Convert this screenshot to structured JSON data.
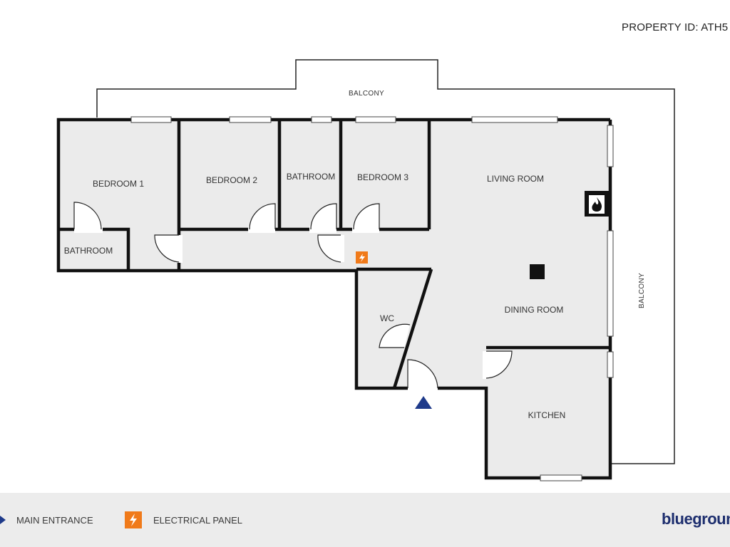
{
  "header": {
    "property_id": "PROPERTY ID: ATH5"
  },
  "rooms": {
    "bedroom_1": "BEDROOM  1",
    "bedroom_2": "BEDROOM  2",
    "bathroom_1": "BATHROOM",
    "bedroom_3": "BEDROOM  3",
    "living_room": "LIVING ROOM",
    "bathroom_2": "BATHROOM",
    "wc": "WC",
    "dining_room": "DINING ROOM",
    "kitchen": "KITCHEN",
    "balcony_top": "BALCONY",
    "balcony_right": "BALCONY"
  },
  "legend": {
    "main_entrance": "MAIN ENTRANCE",
    "electrical_panel": "ELECTRICAL PANEL"
  },
  "brand": {
    "name": "bluegroun"
  },
  "colors": {
    "wall": "#111111",
    "floor": "#ebebeb",
    "entrance_marker": "#1e3a8a",
    "electrical_panel": "#f07a1a",
    "legend_bg": "#ececec",
    "brand": "#1d2e6e"
  },
  "icons": {
    "entrance": "triangle-up-icon",
    "electrical": "lightning-icon",
    "fireplace": "fire-icon"
  }
}
